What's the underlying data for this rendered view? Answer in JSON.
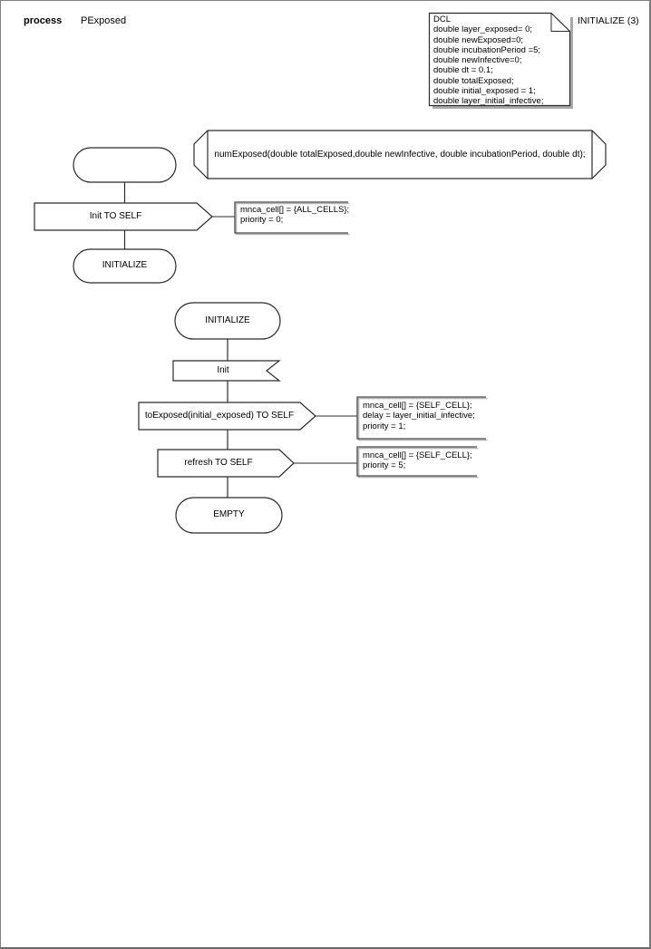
{
  "header": {
    "kind": "process",
    "name": "PExposed",
    "page_ref": "INITIALIZE (3)"
  },
  "dcl": {
    "lines": [
      "DCL",
      "double layer_exposed= 0;",
      "double newExposed=0;",
      "double incubationPeriod =5;",
      "double newInfective=0;",
      "double dt = 0.1;",
      "double totalExposed;",
      "double initial_exposed = 1;",
      "double layer_initial_infective;"
    ]
  },
  "procedure": {
    "signature": "numExposed(double totalExposed,double newInfective, double incubationPeriod, double dt);"
  },
  "flow1": {
    "output": "Init TO SELF",
    "comment": [
      "mnca_cell[] = {ALL_CELLS};",
      "priority = 0;"
    ],
    "next_state": "INITIALIZE"
  },
  "flow2": {
    "state": "INITIALIZE",
    "input": "Init",
    "output1": "toExposed(initial_exposed) TO SELF",
    "comment1": [
      "mnca_cell[] = {SELF_CELL};",
      "delay = layer_initial_infective;",
      "priority = 1;"
    ],
    "output2": "refresh TO SELF",
    "comment2": [
      "mnca_cell[] = {SELF_CELL};",
      "priority = 5;"
    ],
    "end_state": "EMPTY"
  },
  "colors": {
    "shape_stroke": "#2b2b2b",
    "comment_stroke": "#4a4a4a",
    "page_border": "#808080",
    "note_shadow": "#a9a9a9"
  }
}
